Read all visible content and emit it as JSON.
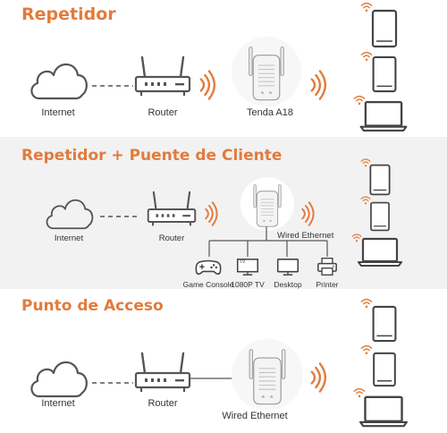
{
  "sections": [
    {
      "title": "Repetidor",
      "labels": {
        "internet": "Internet",
        "router": "Router",
        "extender": "Tenda A18"
      }
    },
    {
      "title": "Repetidor + Puente de Cliente",
      "labels": {
        "internet": "Internet",
        "router": "Router",
        "extender": "Wired Ethernet"
      },
      "devices": [
        "Game Console",
        "1080P TV",
        "Desktop",
        "Printer"
      ],
      "tv_badge": "TV"
    },
    {
      "title": "Punto de Acceso",
      "labels": {
        "internet": "Internet",
        "router": "Router",
        "extender": "Wired Ethernet"
      }
    }
  ],
  "colors": {
    "accent": "#e27b3c",
    "icon_stroke": "#555555",
    "section_alt_bg": "#f2f2f2"
  },
  "icons": [
    "cloud-icon",
    "router-icon",
    "wifi-signal-icon",
    "extender-icon",
    "tablet-icon",
    "laptop-icon",
    "game-console-icon",
    "tv-icon",
    "desktop-icon",
    "printer-icon"
  ]
}
